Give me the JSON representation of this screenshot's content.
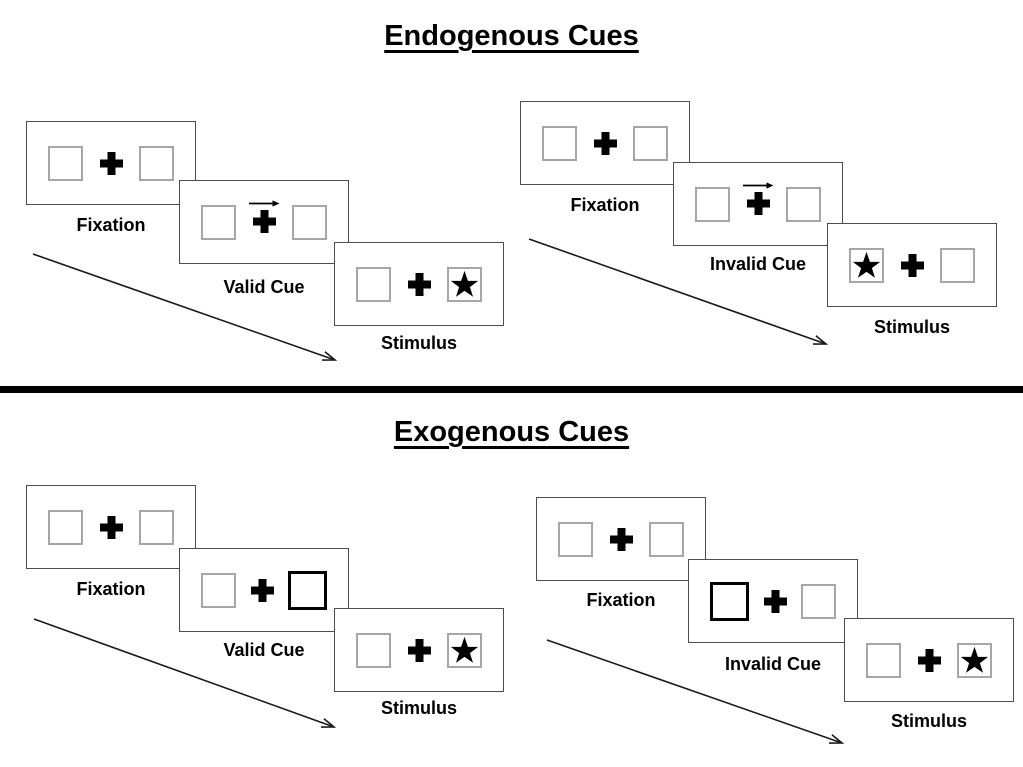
{
  "slide": {
    "background": "#ffffff"
  },
  "colors": {
    "ink": "#000000",
    "panel_border": "#4d4d4d",
    "placeholder_box_border": "#a6a6a6",
    "exogenous_cue_box_border": "#000000",
    "divider": "#000000"
  },
  "icons": {
    "fixation-cross-icon": "✚",
    "star-icon": "★",
    "right-arrow-icon": "→",
    "timeline-arrow": "↘"
  },
  "sections": [
    {
      "title": "Endogenous Cues",
      "sequences": [
        {
          "name": "valid-trial",
          "panels": [
            {
              "label": "Fixation",
              "left_box": "empty",
              "center": "fixation-cross",
              "right_box": "empty"
            },
            {
              "label": "Valid Cue",
              "left_box": "empty",
              "center": "fixation-cross",
              "cue": "arrow-right",
              "right_box": "empty"
            },
            {
              "label": "Stimulus",
              "left_box": "empty",
              "center": "fixation-cross",
              "right_box": "star"
            }
          ]
        },
        {
          "name": "invalid-trial",
          "panels": [
            {
              "label": "Fixation",
              "left_box": "empty",
              "center": "fixation-cross",
              "right_box": "empty"
            },
            {
              "label": "Invalid Cue",
              "left_box": "empty",
              "center": "fixation-cross",
              "cue": "arrow-right",
              "right_box": "empty"
            },
            {
              "label": "Stimulus",
              "left_box": "star",
              "center": "fixation-cross",
              "right_box": "empty"
            }
          ]
        }
      ]
    },
    {
      "title": "Exogenous Cues",
      "sequences": [
        {
          "name": "valid-trial",
          "panels": [
            {
              "label": "Fixation",
              "left_box": "empty",
              "center": "fixation-cross",
              "right_box": "empty"
            },
            {
              "label": "Valid Cue",
              "left_box": "empty",
              "center": "fixation-cross",
              "right_box": "highlighted"
            },
            {
              "label": "Stimulus",
              "left_box": "empty",
              "center": "fixation-cross",
              "right_box": "star"
            }
          ]
        },
        {
          "name": "invalid-trial",
          "panels": [
            {
              "label": "Fixation",
              "left_box": "empty",
              "center": "fixation-cross",
              "right_box": "empty"
            },
            {
              "label": "Invalid Cue",
              "left_box": "highlighted",
              "center": "fixation-cross",
              "right_box": "empty"
            },
            {
              "label": "Stimulus",
              "left_box": "empty",
              "center": "fixation-cross",
              "right_box": "star"
            }
          ]
        }
      ]
    }
  ]
}
